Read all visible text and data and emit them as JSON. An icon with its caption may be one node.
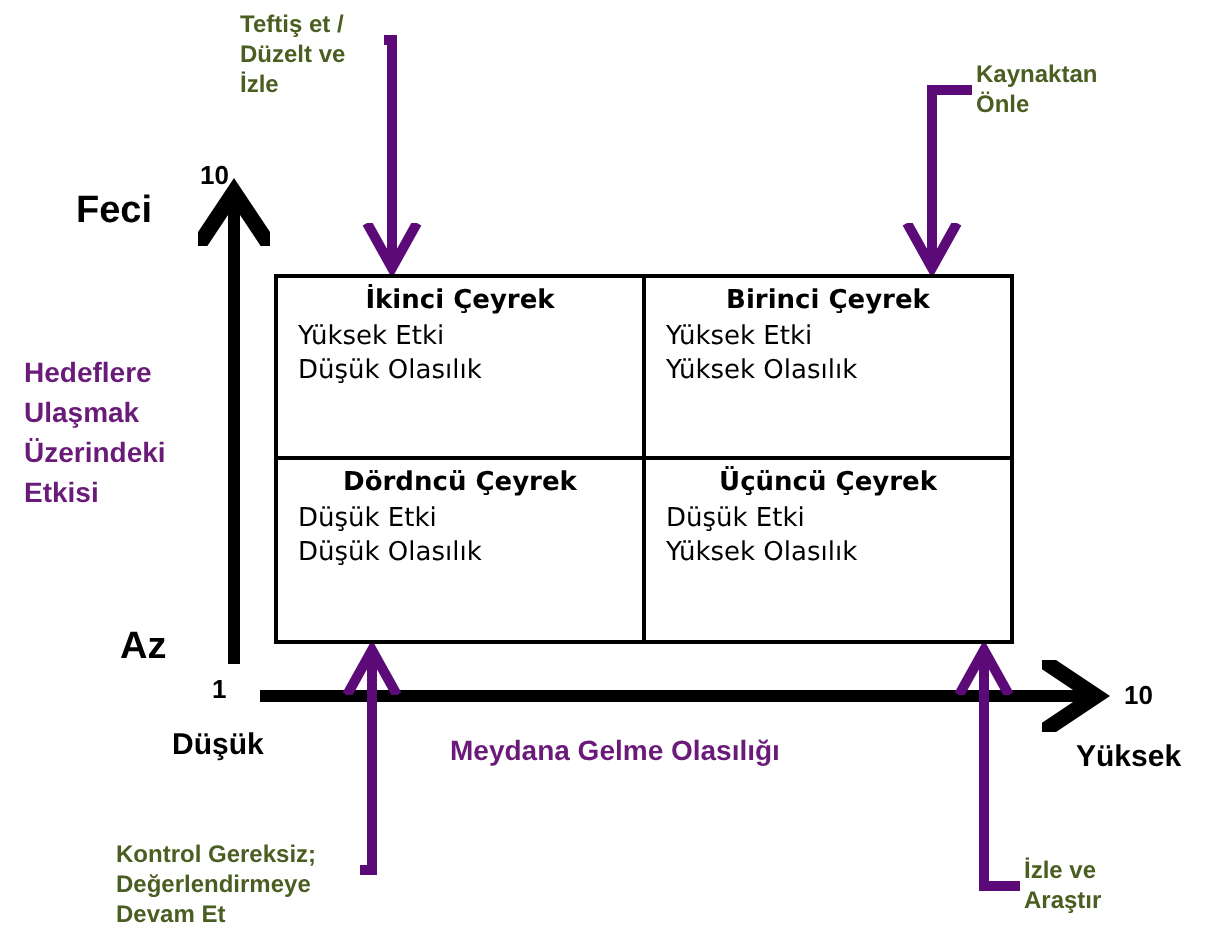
{
  "diagram": {
    "nodes": [
      {
        "text": [
          "İkinci Çeyrek",
          "Yüksek Etki",
          "Düşük Olasılık"
        ]
      },
      {
        "text": [
          "Birinci Çeyrek",
          "Yüksek Etki",
          "Yüksek Olasılık"
        ]
      },
      {
        "text": [
          "Dördncü Çeyrek",
          "Düşük Etki",
          "Düşük Olasılık"
        ]
      },
      {
        "text": [
          "Üçüncü Çeyrek",
          "Düşük Etki",
          "Yüksek Olasılık"
        ]
      },
      {
        "text": [
          "Teftiş et / Düzelt ve İzle"
        ]
      },
      {
        "text": [
          "Kaynaktan Önle"
        ]
      },
      {
        "text": [
          "Kontrol Gereksiz; Değerlendirmeye Devam Et"
        ]
      },
      {
        "text": [
          "İzle ve Araştır"
        ]
      }
    ],
    "edges": [
      {
        "from": 4,
        "to": 0,
        "arrow": "to"
      },
      {
        "from": 5,
        "to": 1,
        "arrow": "to"
      },
      {
        "from": 6,
        "to": 2,
        "arrow": "to"
      },
      {
        "from": 7,
        "to": 3,
        "arrow": "to"
      }
    ],
    "labels": [
      "10",
      "Feci",
      "Hedeflere Ulaşmak Üzerindeki Etkisi",
      "Az",
      "1",
      "10",
      "Düşük",
      "Meydana Gelme Olasılığı",
      "Yüksek"
    ]
  }
}
